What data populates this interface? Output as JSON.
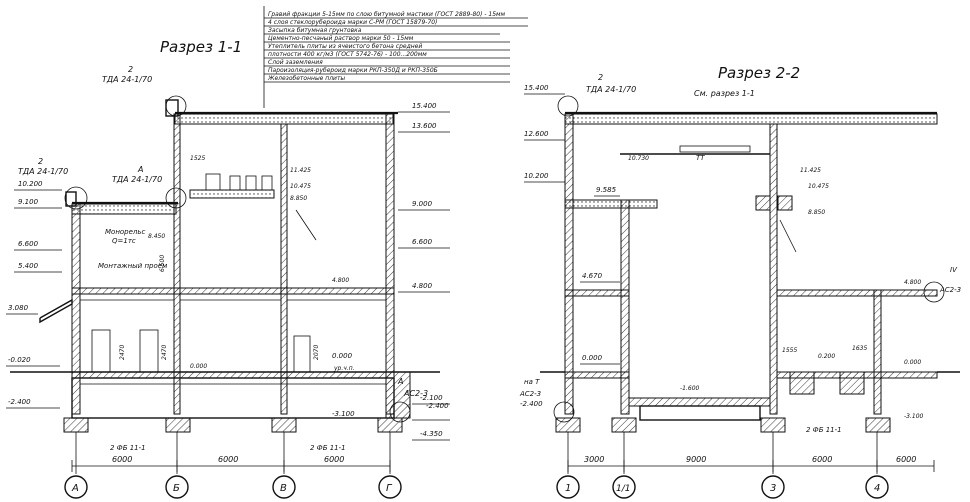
{
  "section_1": {
    "title": "Разрез 1-1",
    "roof_note": {
      "mark": "2",
      "code": "ТДА 24-1/70"
    },
    "layers": [
      "Гравий фракции 5-15мм по слою битумной мастики (ГОСТ 2889-80) - 15мм",
      "4 слоя стеклорубероида марки С-РМ (ГОСТ 15879-70)",
      "Засыпка битумная грунтовка",
      "Цементно-песчаный раствор марки 50 - 15мм",
      "Утеплитель плиты из ячеистого бетона средней",
      "плотности 400 кг/м3 (ГОСТ 5742-76) - 100...200мм",
      "Слой заземления",
      "Пароизоляция-рубероид марки РКП-350Д и РКП-350Б",
      "Железобетонные плиты"
    ],
    "left_note": {
      "mark": "2",
      "code": "ТДА 24-1/70"
    },
    "mid_note": {
      "mark": "А",
      "code": "ТДА 24-1/70"
    },
    "tags": {
      "monorail": "Монорельс",
      "monorail_load": "Q=1тс",
      "opening": "Монтажный проем",
      "node": "А",
      "node_code": "АС2-3"
    },
    "levels_left": [
      "10.200",
      "9.100",
      "6.600",
      "5.400",
      "3.080",
      "-0.020",
      "-2.400"
    ],
    "levels_right": [
      "15.400",
      "13.600",
      "9.000",
      "6.600",
      "4.800",
      "0.000",
      "-2.100",
      "-2.400",
      "-3.100",
      "-4.350"
    ],
    "interior_marks": [
      "1525",
      "11.425",
      "10.475",
      "8.850",
      "8.450",
      "6.500",
      "4.800",
      "0.000",
      "ур.ч.п."
    ],
    "door_marks": [
      "2470",
      "2470",
      "2070"
    ],
    "footing_labels": [
      "2 ФБ 11-1",
      "2 ФБ 11-1"
    ],
    "dimensions": [
      "6000",
      "6000",
      "6000"
    ],
    "axes": [
      "А",
      "Б",
      "В",
      "Г"
    ]
  },
  "section_2": {
    "title": "Разрез 2-2",
    "roof_note": {
      "mark": "2",
      "code": "ТДА 24-1/70",
      "ref": "См. разрез 1-1"
    },
    "crane": "ТТ",
    "levels_left": [
      "15.400",
      "12.600",
      "10.200",
      "9.585",
      "4.670",
      "0.000",
      "-2.400"
    ],
    "levels_right": [
      "11.425",
      "10.475",
      "8.850",
      "4.800",
      "0.200",
      "0.000",
      "-1.600",
      "-3.100"
    ],
    "interior_marks": [
      "10.730",
      "1555",
      "1635"
    ],
    "node_left": {
      "mark": "на Т",
      "code": "АС2-3"
    },
    "node_right": {
      "mark": "IV",
      "code": "АС2-3"
    },
    "footing_labels": [
      "2 ФБ 11-1"
    ],
    "dimensions": [
      "3000",
      "9000",
      "6000",
      "6000"
    ],
    "axes": [
      "1",
      "1/1",
      "3",
      "4"
    ]
  }
}
